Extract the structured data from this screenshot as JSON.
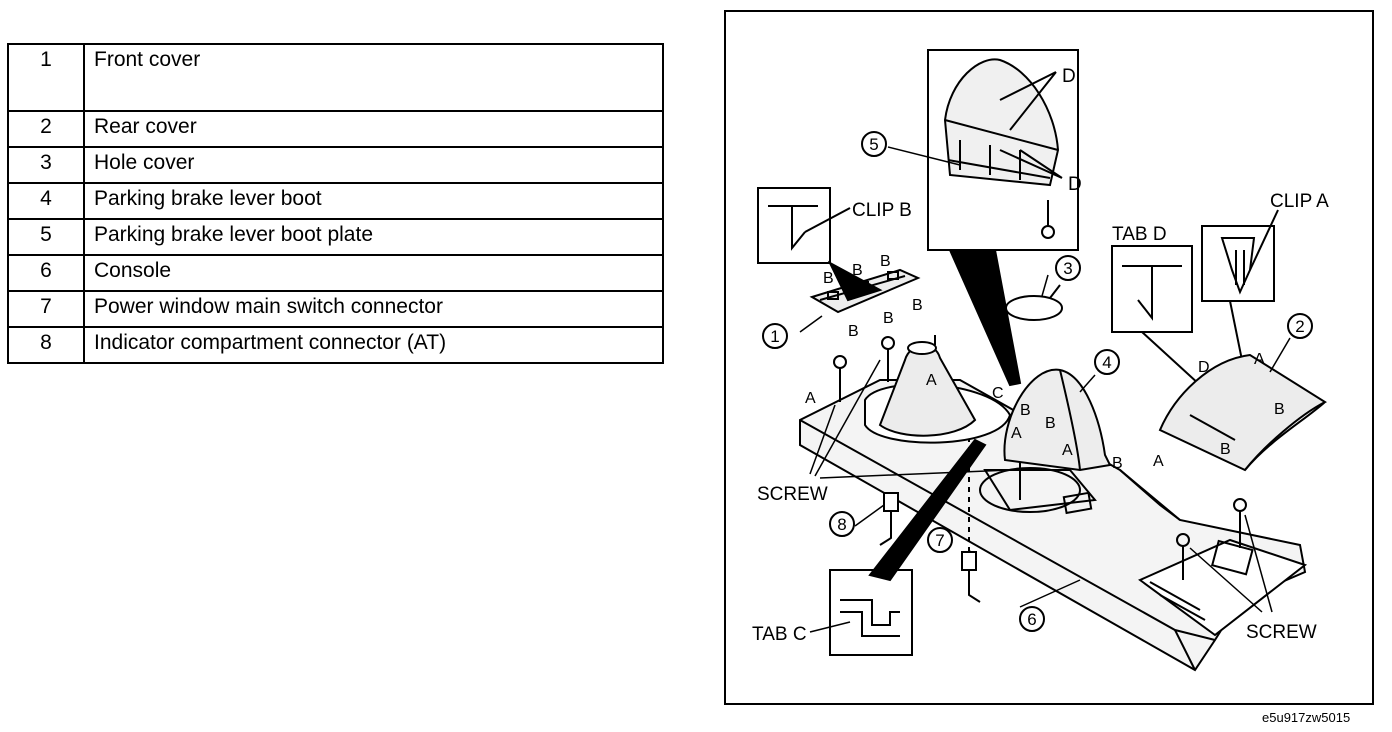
{
  "parts": [
    {
      "num": "1",
      "name": "Front cover"
    },
    {
      "num": "2",
      "name": "Rear cover"
    },
    {
      "num": "3",
      "name": "Hole cover"
    },
    {
      "num": "4",
      "name": "Parking brake lever boot"
    },
    {
      "num": "5",
      "name": "Parking brake lever boot plate"
    },
    {
      "num": "6",
      "name": "Console"
    },
    {
      "num": "7",
      "name": "Power window main switch connector"
    },
    {
      "num": "8",
      "name": "Indicator compartment connector (AT)"
    }
  ],
  "labels": {
    "clip_a": "CLIP A",
    "clip_b": "CLIP B",
    "tab_c": "TAB C",
    "tab_d": "TAB D",
    "screw": "SCREW",
    "a": "A",
    "b": "B",
    "c": "C",
    "d": "D"
  },
  "callouts": {
    "c1": "1",
    "c2": "2",
    "c3": "3",
    "c4": "4",
    "c5": "5",
    "c6": "6",
    "c7": "7",
    "c8": "8"
  },
  "image_code": "e5u917zw5015"
}
